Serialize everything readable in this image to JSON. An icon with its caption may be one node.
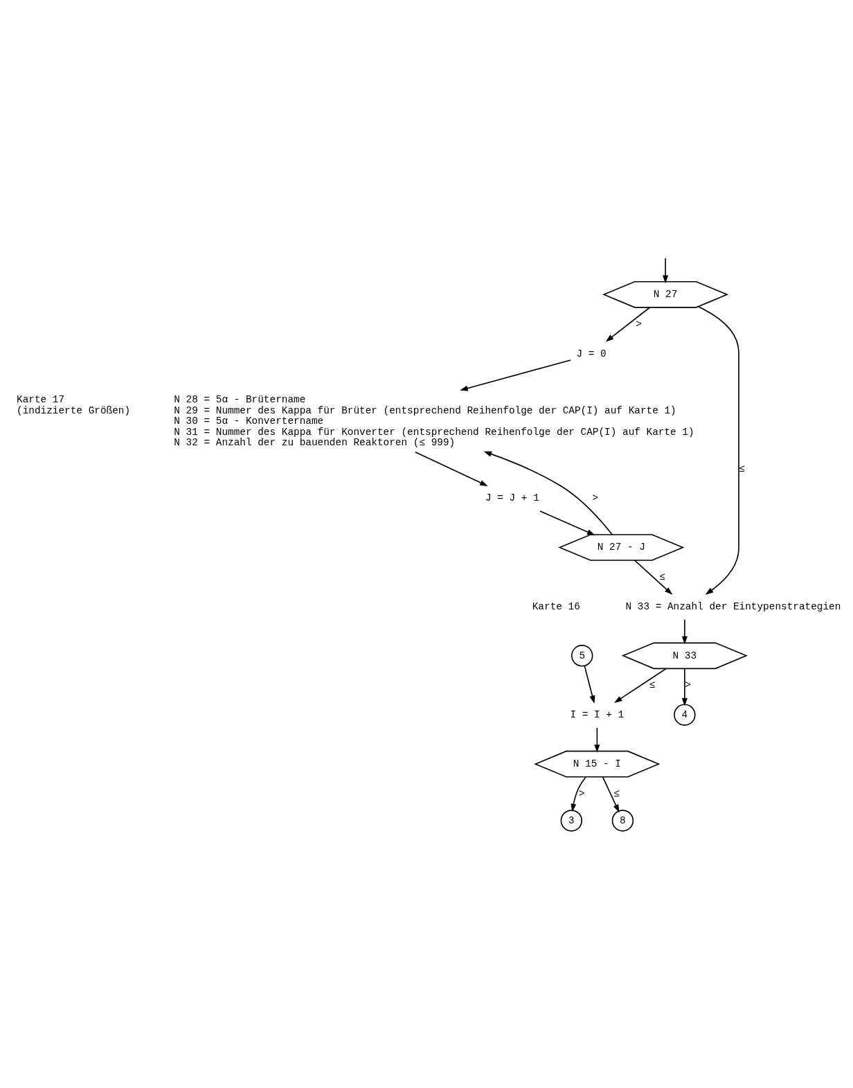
{
  "diagram": {
    "nodes": [
      {
        "text": [
          "N 27"
        ]
      },
      {
        "text": [
          "J = 0"
        ]
      },
      {
        "text": [
          "N 28 = 5α - Brütername",
          "N 29 = Nummer des Kappa für Brüter (entsprechend Reihenfolge der CAP(I) auf Karte 1)",
          "N 30 = 5α - Konvertername",
          "N 31 = Nummer des Kappa für Konverter (entsprechend Reihenfolge der CAP(I) auf Karte 1)",
          "N 32 = Anzahl der zu bauenden Reaktoren (≤ 999)"
        ],
        "beside": [
          "Karte 17 (indizierte Größen)"
        ]
      },
      {
        "text": [
          "J = J + 1"
        ]
      },
      {
        "text": [
          "N 27 - J"
        ]
      },
      {
        "text": [
          "N 33 = Anzahl der Eintypenstrategien"
        ],
        "beside": [
          "Karte 16"
        ]
      },
      {
        "text": [
          "N 33"
        ]
      },
      {
        "text": [
          "4"
        ]
      },
      {
        "text": [
          "5"
        ]
      },
      {
        "text": [
          "I = I + 1"
        ]
      },
      {
        "text": [
          "N 15 - I"
        ]
      },
      {
        "text": [
          "3"
        ]
      },
      {
        "text": [
          "8"
        ]
      }
    ],
    "edges": [
      {
        "from": null,
        "to": 0,
        "arrow": "to"
      },
      {
        "from": 0,
        "to": 1,
        "arrow": "to",
        "label": ">"
      },
      {
        "from": 1,
        "to": 2,
        "arrow": "to"
      },
      {
        "from": 0,
        "to": 5,
        "arrow": "to",
        "label": "≤"
      },
      {
        "from": 2,
        "to": 3,
        "arrow": "to"
      },
      {
        "from": 3,
        "to": 4,
        "arrow": "to"
      },
      {
        "from": 4,
        "to": 2,
        "arrow": "to",
        "label": ">"
      },
      {
        "from": 4,
        "to": 5,
        "arrow": "to",
        "label": "≤"
      },
      {
        "from": 5,
        "to": 6,
        "arrow": "to"
      },
      {
        "from": 6,
        "to": 7,
        "arrow": "to",
        "label": ">"
      },
      {
        "from": 6,
        "to": 9,
        "arrow": "to",
        "label": "≤"
      },
      {
        "from": 8,
        "to": 9,
        "arrow": "to"
      },
      {
        "from": 9,
        "to": 10,
        "arrow": "to"
      },
      {
        "from": 10,
        "to": 11,
        "arrow": "to",
        "label": ">"
      },
      {
        "from": 10,
        "to": 12,
        "arrow": "to",
        "label": "≤"
      }
    ]
  }
}
